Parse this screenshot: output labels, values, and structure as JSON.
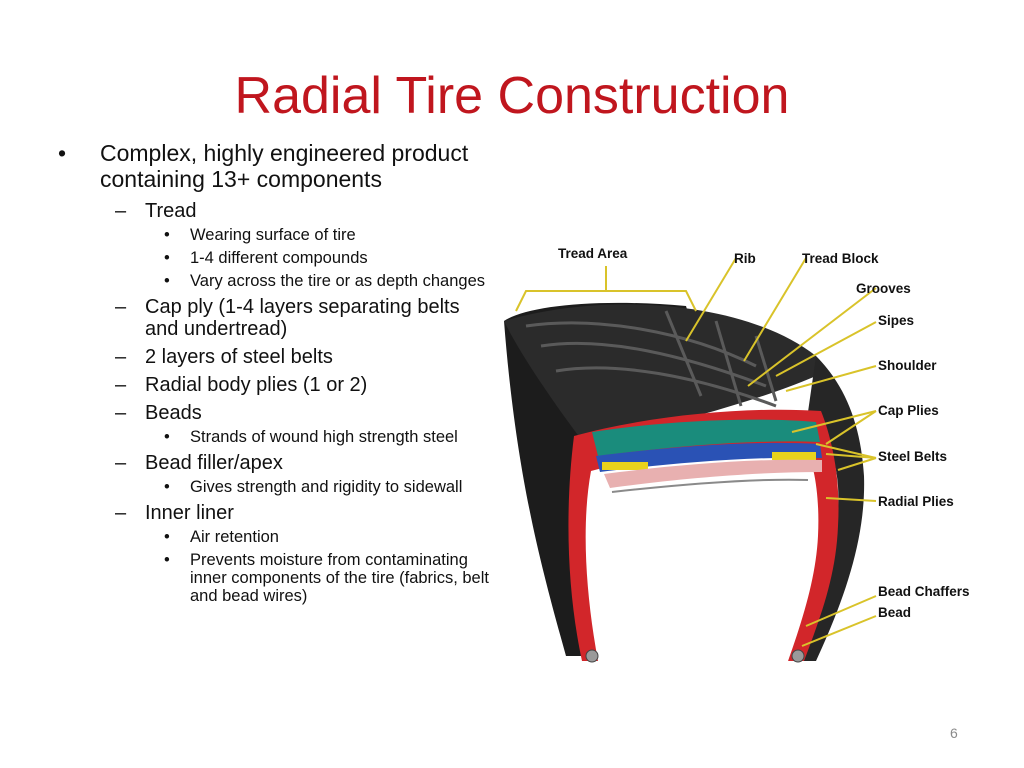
{
  "slide": {
    "title": "Radial Tire Construction",
    "page_number": "6",
    "bullet_glyph": "•",
    "dash_glyph": "–",
    "bullets": [
      {
        "level": 1,
        "text": "Complex, highly engineered product containing 13+ components"
      },
      {
        "level": 2,
        "text": "Tread"
      },
      {
        "level": 3,
        "text": "Wearing surface of tire"
      },
      {
        "level": 3,
        "text": "1-4 different compounds"
      },
      {
        "level": 3,
        "text": "Vary across the tire or as depth changes"
      },
      {
        "level": 2,
        "text": "Cap ply (1-4 layers separating belts and undertread)"
      },
      {
        "level": 2,
        "text": "2 layers of steel belts"
      },
      {
        "level": 2,
        "text": "Radial body plies (1 or 2)"
      },
      {
        "level": 2,
        "text": "Beads"
      },
      {
        "level": 3,
        "text": "Strands of wound high strength steel"
      },
      {
        "level": 2,
        "text": "Bead filler/apex"
      },
      {
        "level": 3,
        "text": "Gives strength and rigidity to sidewall"
      },
      {
        "level": 2,
        "text": "Inner liner"
      },
      {
        "level": 3,
        "text": "Air retention"
      },
      {
        "level": 3,
        "text": "Prevents moisture from contaminating inner components of the tire (fabrics, belt and bead wires)"
      }
    ]
  },
  "diagram": {
    "labels": {
      "tread_area": "Tread Area",
      "rib": "Rib",
      "tread_block": "Tread Block",
      "grooves": "Grooves",
      "sipes": "Sipes",
      "shoulder": "Shoulder",
      "cap_plies": "Cap Plies",
      "steel_belts": "Steel Belts",
      "radial_plies": "Radial Plies",
      "bead_chaffers": "Bead Chaffers",
      "bead": "Bead"
    },
    "colors": {
      "title": "#c0161e",
      "rubber": "#1c1c1c",
      "inner_liner": "#d2262a",
      "cap_ply": "#1a8c7c",
      "steel_belt": "#2a52b5",
      "belt_edge": "#e8d21c",
      "radial_ply": "#e8b0b0",
      "leader": "#d9c32a"
    }
  }
}
